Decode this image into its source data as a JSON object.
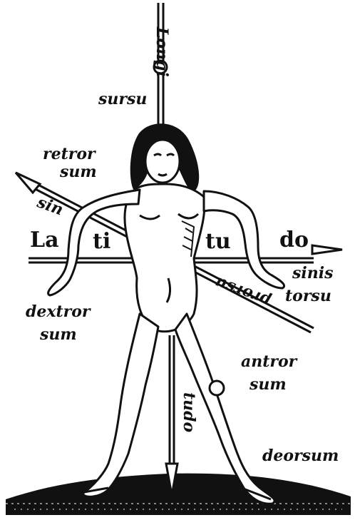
{
  "colors": {
    "ink": "#111111",
    "paper": "#ffffff"
  },
  "labels": {
    "longi": "Longi",
    "sursum": "sursu",
    "retror_1": "retror",
    "retror_2": "sum",
    "sini_arrow": "sin",
    "la": "La",
    "ti": "ti",
    "tu": "tu",
    "do": "do",
    "sinis_1": "sinis",
    "sinis_2": "torsu",
    "dextror_1": "dextror",
    "dextror_2": "sum",
    "prorsum": "prorsu",
    "antror_1": "antror",
    "antror_2": "sum",
    "tudo": "tudo",
    "deorsum": "deorsum"
  },
  "icons": {
    "figure": "human-figure-icon",
    "vertical_axis": "vertical-arrow-icon",
    "horizontal_axis": "horizontal-arrow-icon",
    "diagonal_axis": "diagonal-arrow-icon"
  }
}
